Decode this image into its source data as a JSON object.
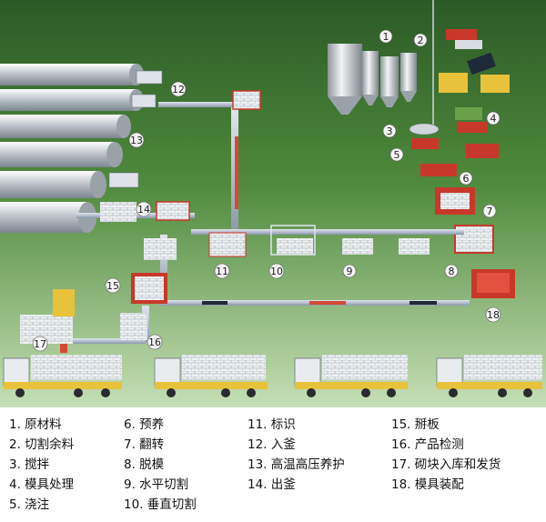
{
  "diagram": {
    "stations": [
      {
        "id": "1",
        "label": "1"
      },
      {
        "id": "2",
        "label": "2"
      },
      {
        "id": "3",
        "label": "3"
      },
      {
        "id": "4",
        "label": "4"
      },
      {
        "id": "5",
        "label": "5"
      },
      {
        "id": "6",
        "label": "6"
      },
      {
        "id": "7",
        "label": "7"
      },
      {
        "id": "8",
        "label": "8"
      },
      {
        "id": "9",
        "label": "9"
      },
      {
        "id": "10",
        "label": "10"
      },
      {
        "id": "11",
        "label": "11"
      },
      {
        "id": "12",
        "label": "12"
      },
      {
        "id": "13",
        "label": "13"
      },
      {
        "id": "14",
        "label": "14"
      },
      {
        "id": "15",
        "label": "15"
      },
      {
        "id": "16",
        "label": "16"
      },
      {
        "id": "17",
        "label": "17"
      },
      {
        "id": "18",
        "label": "18"
      }
    ],
    "colors": {
      "background_top": "#2f5d2a",
      "background_bottom": "#b9d7a8",
      "track": "#a9b6c8",
      "mold_red": "#c8382a",
      "block_white": "#e8ecef",
      "truck_yellow": "#e8c23a"
    }
  },
  "legend": {
    "columns": [
      [
        "1. 原材料",
        "2. 切割余料",
        "3. 搅拌",
        "4. 模具处理",
        "5. 浇注"
      ],
      [
        "6. 预养",
        "7. 翻转",
        "8. 脱模",
        "9. 水平切割",
        "10. 垂直切割"
      ],
      [
        "11. 标识",
        "12. 入釜",
        "13. 高温高压养护",
        "14. 出釜"
      ],
      [
        "15. 掰板",
        "16. 产品检测",
        "17. 砌块入库和发货",
        "18. 模具装配"
      ]
    ]
  }
}
